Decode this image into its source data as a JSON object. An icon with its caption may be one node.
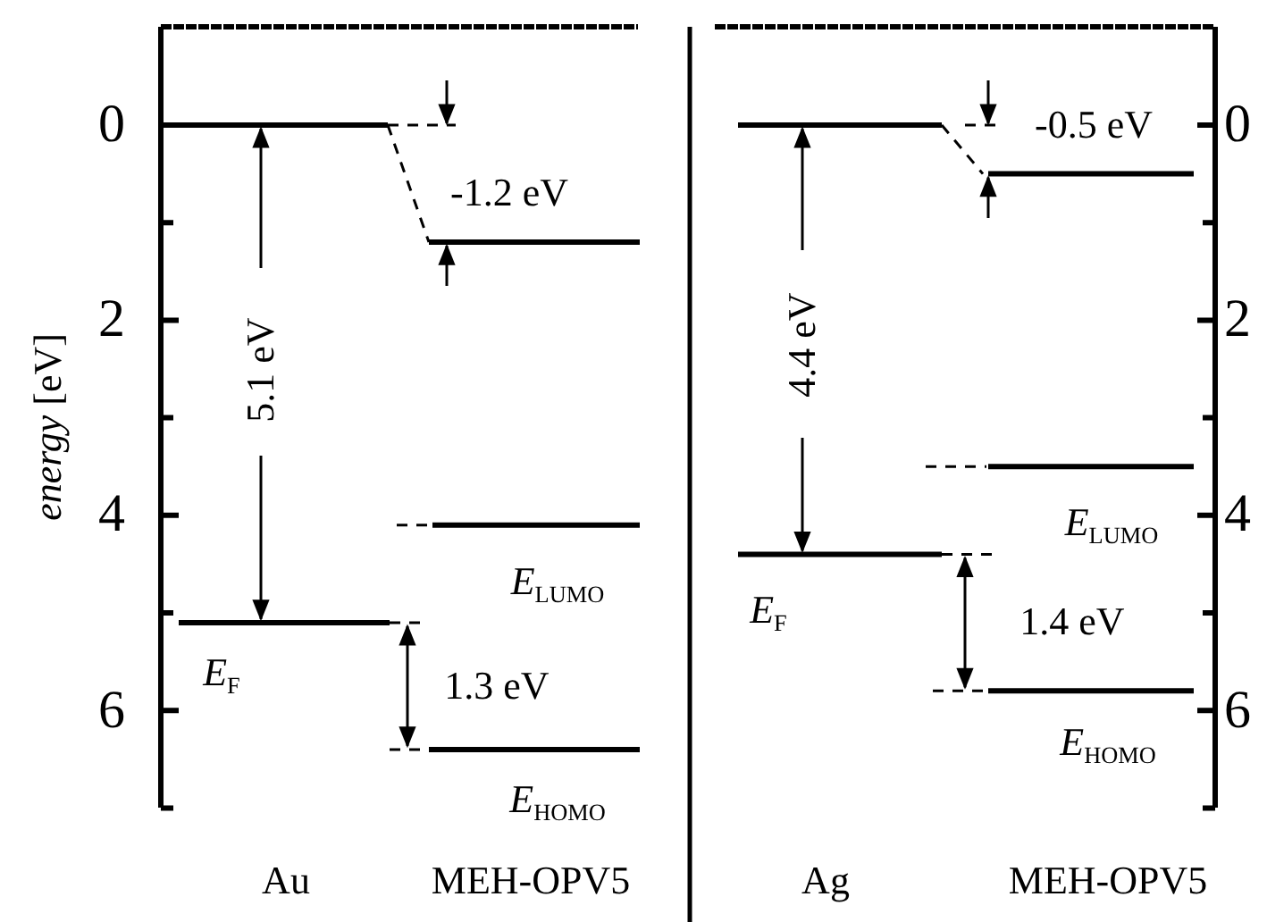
{
  "diagram": {
    "labels": [
      "0",
      "-1.2 eV",
      "-0.5 eV",
      "0",
      "2",
      "*energy* [eV]",
      "5.1 eV",
      "4.4 eV",
      "2",
      "4",
      "*E*$_{LUMO}$",
      "*E*$_{LUMO}$",
      "4",
      "*E*$_{F}$",
      "*E*$_{F}$",
      "1.3 eV",
      "1.4 eV",
      "6",
      "6",
      "*E*$_{HOMO}$",
      "*E*$_{HOMO}$",
      "Au",
      "MEH-OPV5",
      "Ag",
      "MEH-OPV5"
    ]
  }
}
